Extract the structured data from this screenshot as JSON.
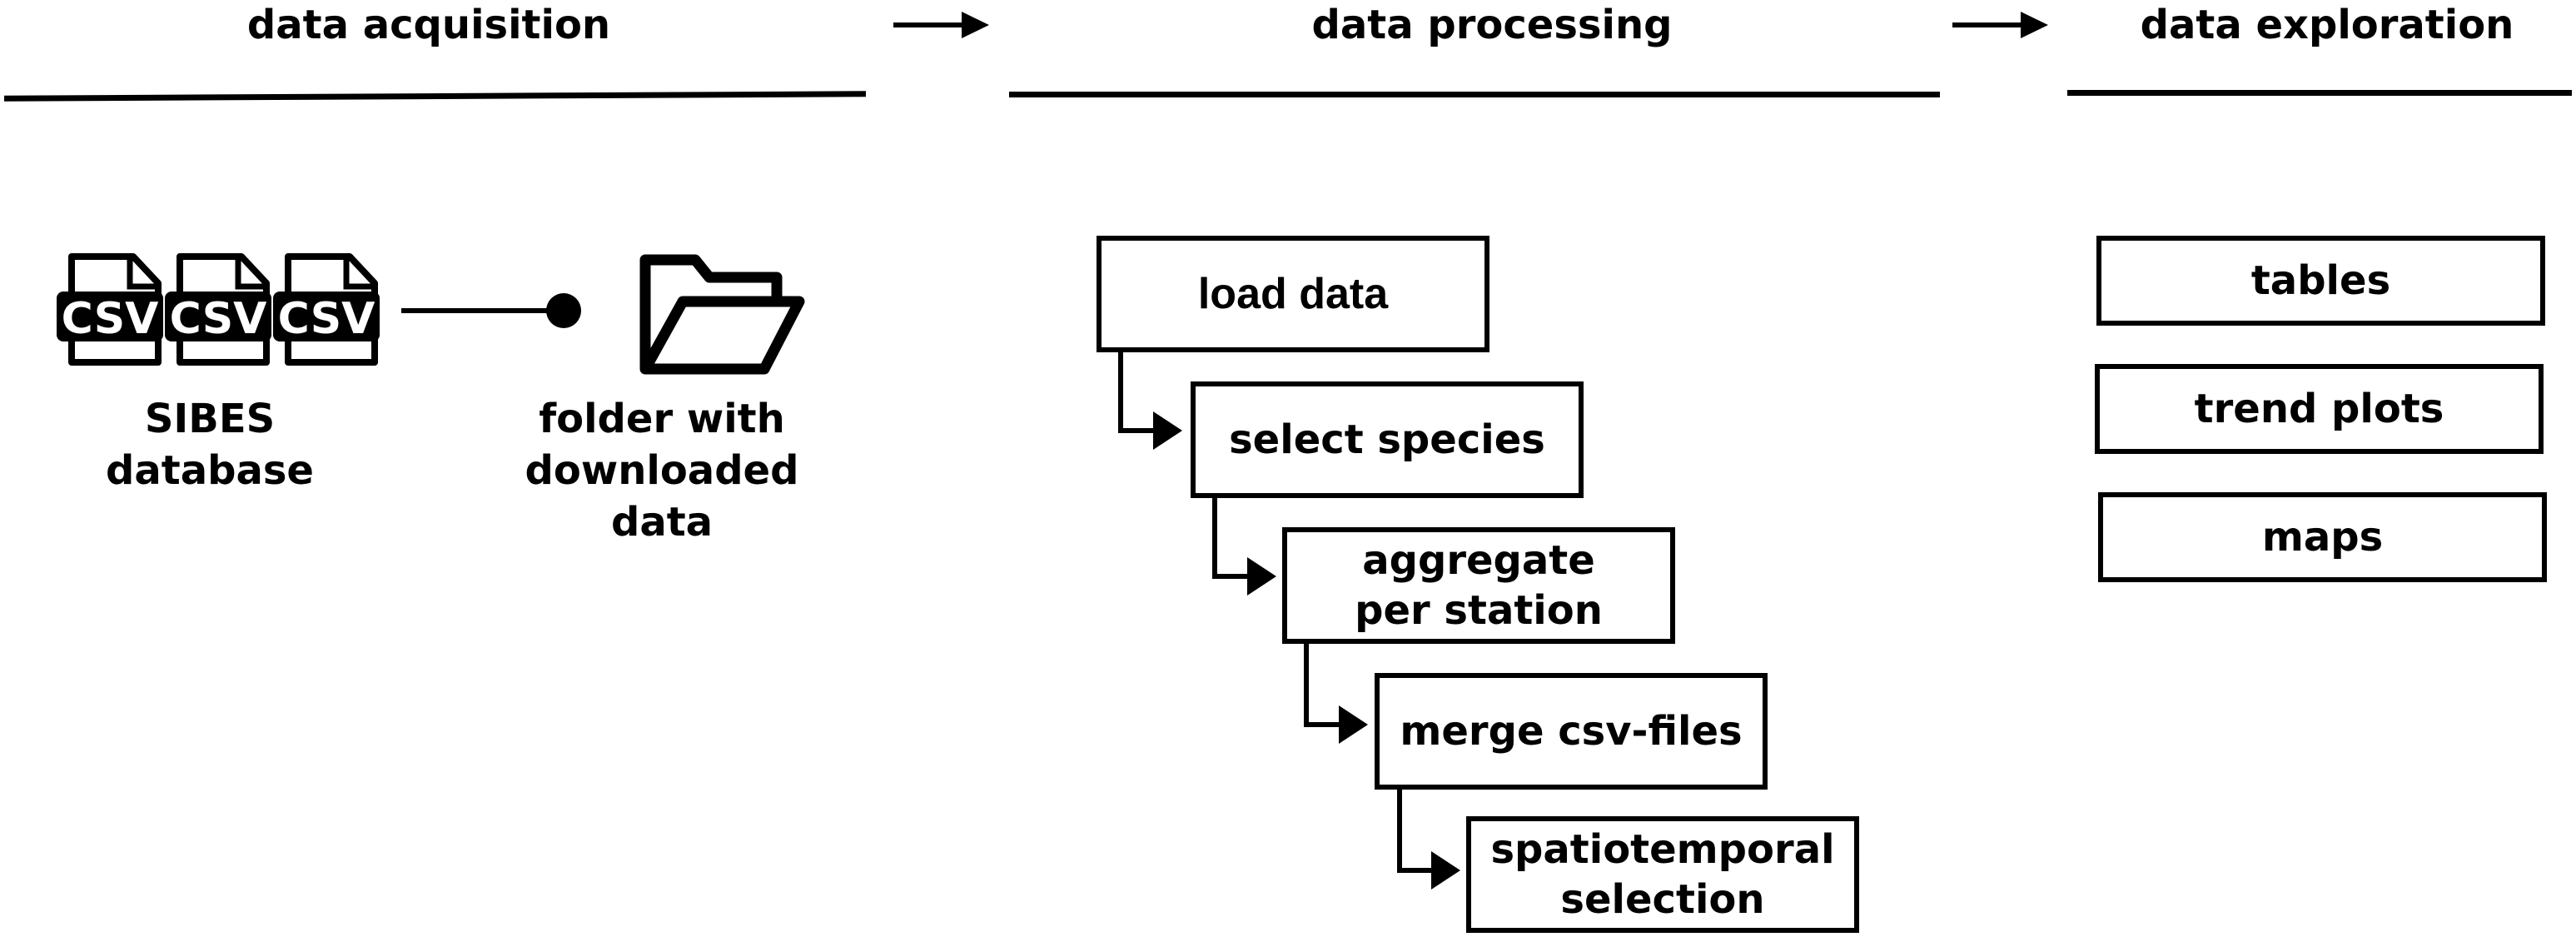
{
  "stages": {
    "acquisition": "data acquisition",
    "processing": "data processing",
    "exploration": "data exploration"
  },
  "acquisition": {
    "csv_icons": [
      "CSV",
      "CSV",
      "CSV"
    ],
    "source_label_lines": [
      "SIBES",
      "database"
    ],
    "target_label_lines": [
      "folder with",
      "downloaded",
      "data"
    ]
  },
  "processing_steps": [
    {
      "lines": [
        "load data"
      ]
    },
    {
      "lines": [
        "select species"
      ]
    },
    {
      "lines": [
        "aggregate",
        "per station"
      ]
    },
    {
      "lines": [
        "merge csv-files"
      ]
    },
    {
      "lines": [
        "spatiotemporal",
        "selection"
      ]
    }
  ],
  "exploration_outputs": [
    "tables",
    "trend plots",
    "maps"
  ],
  "icons": {
    "csv": "csv-file-icon",
    "folder": "open-folder-icon",
    "stage_arrow": "right-arrow-icon",
    "connector_dot": "filled-circle-icon"
  },
  "colors": {
    "stroke": "#000000",
    "background": "#ffffff"
  }
}
